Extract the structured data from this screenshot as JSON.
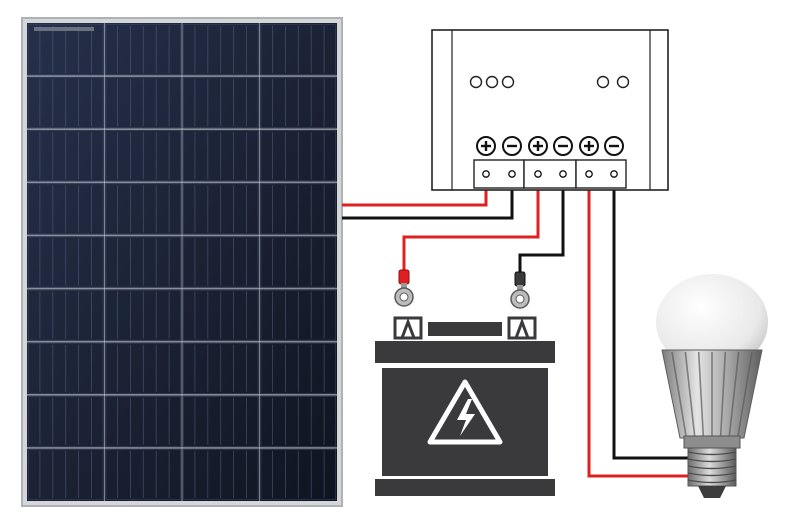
{
  "components": {
    "solar_panel": {
      "icon": "solar-panel-icon",
      "cell_columns": 4,
      "cell_rows": 9
    },
    "charge_controller": {
      "icon": "charge-controller-icon",
      "indicator_groups": [
        3,
        2
      ],
      "terminals": [
        {
          "role": "panel",
          "polarity": "+"
        },
        {
          "role": "panel",
          "polarity": "-"
        },
        {
          "role": "battery",
          "polarity": "+"
        },
        {
          "role": "battery",
          "polarity": "-"
        },
        {
          "role": "load",
          "polarity": "+"
        },
        {
          "role": "load",
          "polarity": "-"
        }
      ]
    },
    "battery": {
      "icon": "battery-icon",
      "symbol": "high-voltage-icon"
    },
    "load": {
      "icon": "led-bulb-icon"
    }
  },
  "wires": [
    {
      "from": "solar-panel",
      "to": "controller-panel-positive",
      "color": "#e02020"
    },
    {
      "from": "solar-panel",
      "to": "controller-panel-negative",
      "color": "#111111"
    },
    {
      "from": "controller-battery-positive",
      "to": "battery-positive-terminal",
      "color": "#e02020"
    },
    {
      "from": "controller-battery-negative",
      "to": "battery-negative-terminal",
      "color": "#111111"
    },
    {
      "from": "controller-load-positive",
      "to": "bulb",
      "color": "#e02020"
    },
    {
      "from": "controller-load-negative",
      "to": "bulb",
      "color": "#111111"
    }
  ],
  "colors": {
    "panel_frame": "#d4d6d9",
    "panel_cell": "#141a2a",
    "battery_body": "#3a3a3c",
    "positive_wire": "#e02020",
    "negative_wire": "#111111"
  }
}
